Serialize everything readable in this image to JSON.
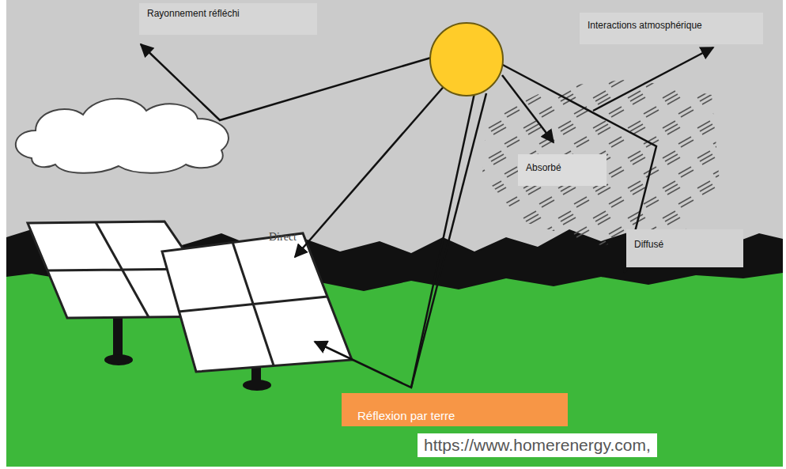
{
  "diagram": {
    "nodes": [
      {
        "text": [
          "Rayonnement réfléchi"
        ]
      },
      {
        "text": [
          "Interactions atmosphérique"
        ]
      },
      {
        "text": [
          "Absorbé"
        ]
      },
      {
        "text": [
          "Diffusé"
        ]
      },
      {
        "text": [
          "Réflexion par terre"
        ]
      }
    ],
    "labels": [
      "Direct",
      "https://www.homerenergy.com,"
    ]
  }
}
